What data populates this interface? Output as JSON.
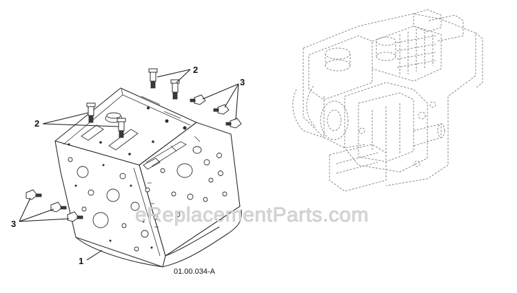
{
  "callouts": {
    "housing": "1",
    "fitting_upper": "2",
    "fitting_left": "2",
    "nut_upper": "3",
    "nut_left": "3"
  },
  "part_code": "01.00.034-A",
  "watermark": "eReplacementParts.com",
  "icons": {
    "engine": "engine-outline-icon",
    "housing": "auger-housing-icon"
  },
  "colors": {
    "line": "#2a2a2a",
    "engine_dash": "#8a8a8a",
    "watermark": "#d8d8d8"
  }
}
